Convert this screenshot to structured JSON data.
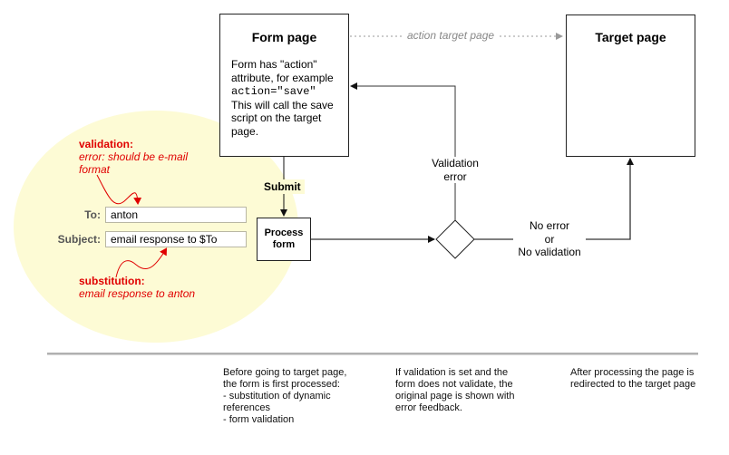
{
  "form_page": {
    "title": "Form page",
    "desc_line1": "Form has \"action\" attribute, for example",
    "desc_code": "action=\"save\"",
    "desc_line2": "This will call the save script on the target page."
  },
  "target_page": {
    "title": "Target page"
  },
  "edges": {
    "action_target": "action target page",
    "submit": "Submit",
    "validation_error": "Validation error",
    "no_error": "No error\nor\nNo validation"
  },
  "process_form": {
    "label": "Process form"
  },
  "form_example": {
    "to_label": "To:",
    "to_value": "anton",
    "subject_label": "Subject:",
    "subject_value": "email response to $To",
    "validation_title": "validation:",
    "validation_text": "error: should be e-mail format",
    "substitution_title": "substitution:",
    "substitution_text": "email response to anton"
  },
  "notes": [
    "Before going to target page, the form is first processed:\n- substitution of dynamic references\n- form validation",
    "If validation is set and the form does not validate, the original page is shown with error feedback.",
    "After processing the page is redirected to the target page"
  ],
  "colors": {
    "highlight": "#fdfbd5",
    "annotation": "#e00000",
    "dotted": "#999999",
    "line": "#222222"
  }
}
